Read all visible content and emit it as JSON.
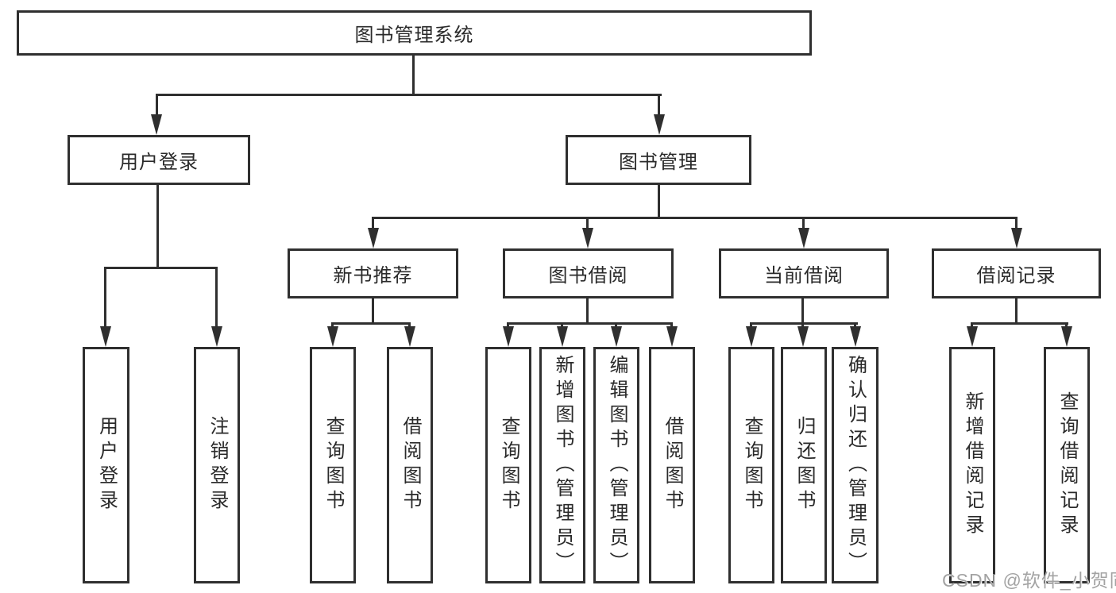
{
  "diagram": {
    "root": {
      "label": "图书管理系统"
    },
    "branches": [
      {
        "label": "用户登录",
        "children": [
          {
            "label": "用户登录"
          },
          {
            "label": "注销登录"
          }
        ]
      },
      {
        "label": "图书管理",
        "children": [
          {
            "label": "新书推荐",
            "children": [
              {
                "label": "查询图书"
              },
              {
                "label": "借阅图书"
              }
            ]
          },
          {
            "label": "图书借阅",
            "children": [
              {
                "label": "查询图书"
              },
              {
                "label": "新增图书（管理员）"
              },
              {
                "label": "编辑图书（管理员）"
              },
              {
                "label": "借阅图书"
              }
            ]
          },
          {
            "label": "当前借阅",
            "children": [
              {
                "label": "查询图书"
              },
              {
                "label": "归还图书"
              },
              {
                "label": "确认归还（管理员）"
              }
            ]
          },
          {
            "label": "借阅记录",
            "children": [
              {
                "label": "新增借阅记录"
              },
              {
                "label": "查询借阅记录"
              }
            ]
          }
        ]
      }
    ]
  },
  "watermark": {
    "text": "CSDN @软件_小贺同学"
  },
  "colors": {
    "line": "#2f2f2f",
    "text": "#2a2a2a",
    "background": "#ffffff",
    "watermark": "#a3a3a3"
  }
}
